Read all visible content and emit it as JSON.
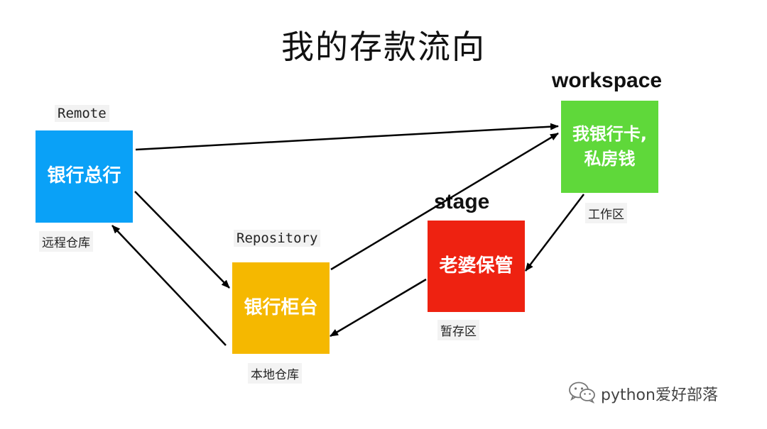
{
  "title": "我的存款流向",
  "nodes": {
    "remote": {
      "box_text": "银行总行",
      "top_label": "Remote",
      "bottom_label": "远程仓库",
      "color": "#0AA1F7"
    },
    "repository": {
      "box_text": "银行柜台",
      "top_label": "Repository",
      "bottom_label": "本地仓库",
      "color": "#F5B800"
    },
    "stage": {
      "box_text": "老婆保管",
      "top_label": "stage",
      "bottom_label": "暂存区",
      "color": "#EE2211"
    },
    "workspace": {
      "box_text": "我银行卡,\n私房钱",
      "top_label": "workspace",
      "bottom_label": "工作区",
      "color": "#5FD83A"
    }
  },
  "watermark": {
    "icon": "wechat-icon",
    "text": "python爱好部落"
  }
}
